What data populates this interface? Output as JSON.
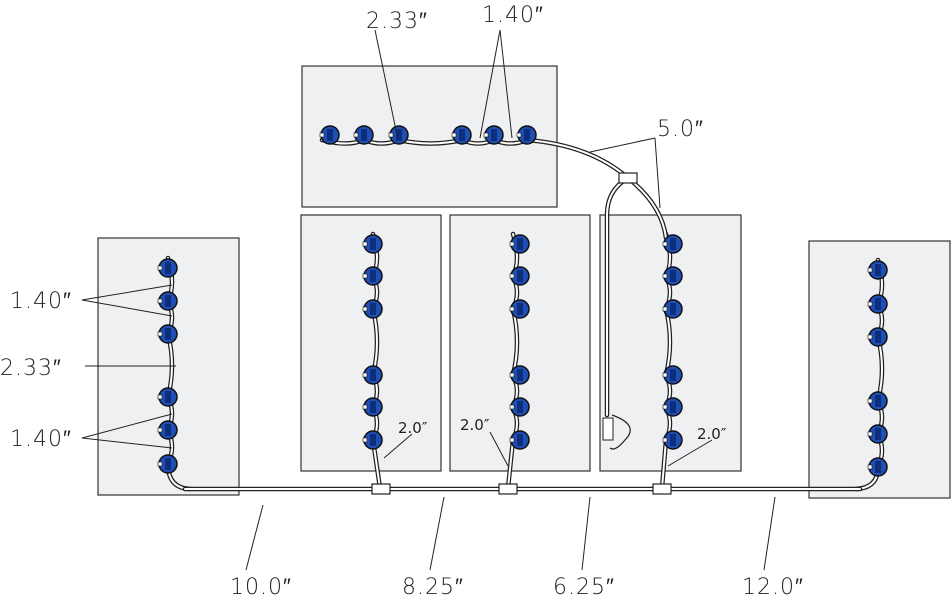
{
  "colors": {
    "emitter": "#1f4fb5",
    "panel": "#eff0f2",
    "line": "#222222"
  },
  "labels": {
    "top_spacing_long": "2.33″",
    "top_spacing_short": "1.40″",
    "header_length": "5.0″",
    "left_spacing_short_upper": "1.40″",
    "left_spacing_long": "2.33″",
    "left_spacing_short_lower": "1.40″",
    "riser_b": "2.0″",
    "riser_c": "2.0″",
    "riser_d": "2.0″",
    "segment_1": "10.0″",
    "segment_2": "8.25″",
    "segment_3": "6.25″",
    "segment_4": "12.0″"
  }
}
